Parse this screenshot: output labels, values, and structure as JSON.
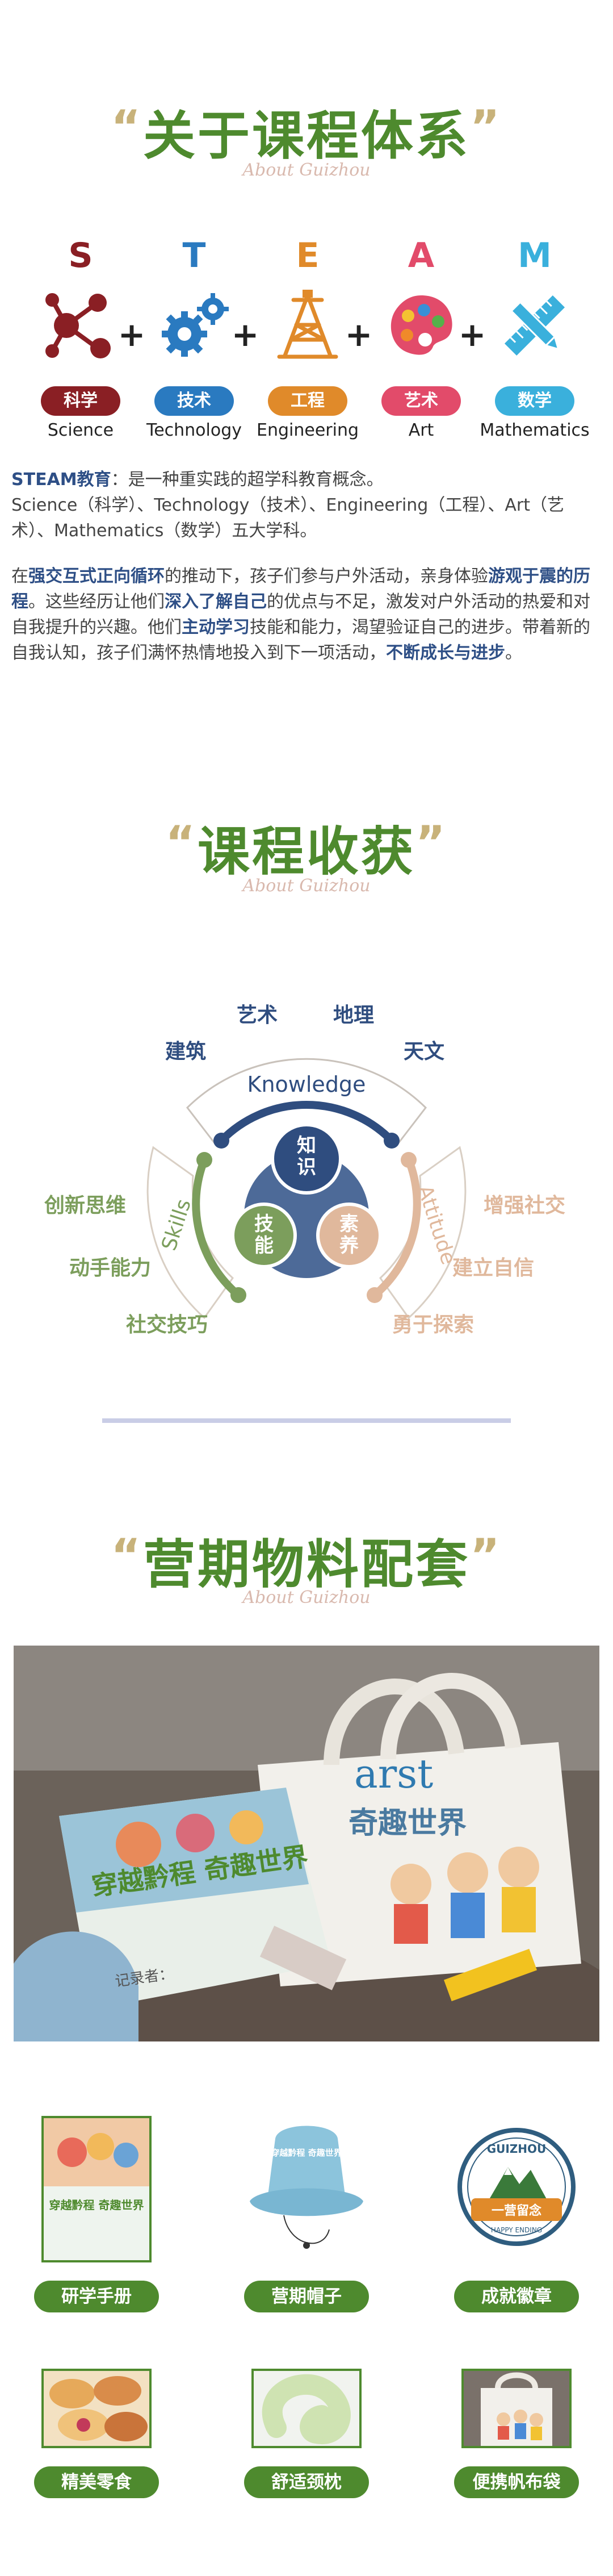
{
  "section1": {
    "title_open_quote": "“",
    "title": "关于课程体系",
    "title_close_quote": "”",
    "subtitle_script": "About Guizhou",
    "steam_letters": [
      {
        "letter": "S",
        "color": "#8a1f24"
      },
      {
        "letter": "T",
        "color": "#2a7ac0"
      },
      {
        "letter": "E",
        "color": "#e08a2a"
      },
      {
        "letter": "A",
        "color": "#e24b6a"
      },
      {
        "letter": "M",
        "color": "#3ab0dc"
      }
    ],
    "plus_sign": "+",
    "subjects": [
      {
        "cn": "科学",
        "en": "Science",
        "color": "#8a1f24",
        "icon": "molecule-icon"
      },
      {
        "cn": "技术",
        "en": "Technology",
        "color": "#2a7ac0",
        "icon": "gears-icon"
      },
      {
        "cn": "工程",
        "en": "Engineering",
        "color": "#e08a2a",
        "icon": "oil-derrick-icon"
      },
      {
        "cn": "艺术",
        "en": "Art",
        "color": "#e24b6a",
        "icon": "paint-palette-icon"
      },
      {
        "cn": "数学",
        "en": "Mathematics",
        "color": "#3ab0dc",
        "icon": "ruler-pencil-icon"
      }
    ],
    "para1_lead": "STEAM教育",
    "para1_rest": "：是一种重实践的超学科教育概念。",
    "para1_line2": "Science（科学）、Technology（技术）、Engineering（工程）、Art（艺术）、Mathematics（数学）五大学科。",
    "para2": {
      "t1": "在",
      "b1": "强交互式正向循环",
      "t2": "的推动下，孩子们参与户外活动，亲身体验",
      "b2": "游观于震的历程",
      "t3": "。这些经历让他们",
      "b3": "深入了解自己",
      "t4": "的优点与不足，激发对户外活动的热爱和对自我提升的兴趣。他们",
      "b4": "主动学习",
      "t5": "技能和能力，渴望验证自己的进步。带着新的自我认知，孩子们满怀热情地投入到下一项活动，",
      "b5": "不断成长与进步",
      "t6": "。"
    }
  },
  "section2": {
    "title_open_quote": "“",
    "title": "课程收获",
    "title_close_quote": "”",
    "subtitle_script": "About Guizhou",
    "arc_labels": {
      "top": "Knowledge",
      "left": "Skills",
      "right": "Attitude"
    },
    "center": {
      "top": "知识",
      "left": "技能",
      "right": "素养"
    },
    "knowledge_words": [
      "建筑",
      "艺术",
      "地理",
      "天文"
    ],
    "skills_words": [
      "创新思维",
      "动手能力",
      "社交技巧"
    ],
    "attitude_words": [
      "增强社交",
      "建立自信",
      "勇于探索"
    ],
    "colors": {
      "blue": "#2f4d7f",
      "green": "#7c9e5c",
      "tan": "#e0b89c",
      "center": "#4d6a98"
    }
  },
  "section3": {
    "title_open_quote": "“",
    "title": "营期物料配套",
    "title_close_quote": "”",
    "subtitle_script": "About Guizhou",
    "photo_text": {
      "bag_text": "奇趣世界",
      "bag_art": "arst",
      "book_text": "穿越黔程 奇趣世界",
      "book_recorder": "记录者："
    },
    "items": [
      {
        "label": "研学手册",
        "icon": "study-handbook-icon",
        "caption": "穿越黔程 奇趣世界"
      },
      {
        "label": "营期帽子",
        "icon": "bucket-hat-icon",
        "caption": "穿越黔程 奇趣世界"
      },
      {
        "label": "成就徽章",
        "icon": "achievement-badge-icon",
        "caption_top": "GUIZHOU",
        "caption_mid": "一营留念",
        "caption_bot": "HAPPY ENDING"
      },
      {
        "label": "精美零食",
        "icon": "snacks-icon"
      },
      {
        "label": "舒适颈枕",
        "icon": "neck-pillow-icon"
      },
      {
        "label": "便携帆布袋",
        "icon": "canvas-bag-icon"
      }
    ]
  }
}
